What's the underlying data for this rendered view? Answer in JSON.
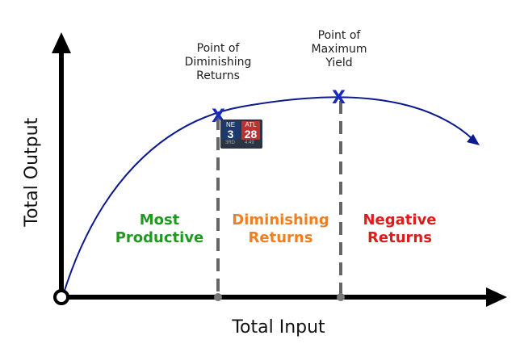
{
  "labels": {
    "point_diminishing": "Point of Diminishing Returns",
    "point_maximum": "Point of Maximum Yield",
    "region_most": "Most Productive",
    "region_diminishing": "Diminishing Returns",
    "region_negative": "Negative Returns",
    "y_axis": "Total Output",
    "x_axis": "Total Input"
  },
  "colors": {
    "curve": "#0b1a8c",
    "most": "#1f9a1f",
    "diminishing": "#f07f22",
    "negative": "#e01b1b"
  },
  "markers": {
    "symbol": "X"
  },
  "scoreboard": {
    "team1": "NE",
    "score1": "3",
    "team2": "ATL",
    "score2": "28",
    "quarter": "3RD",
    "clock": "4:49"
  }
}
